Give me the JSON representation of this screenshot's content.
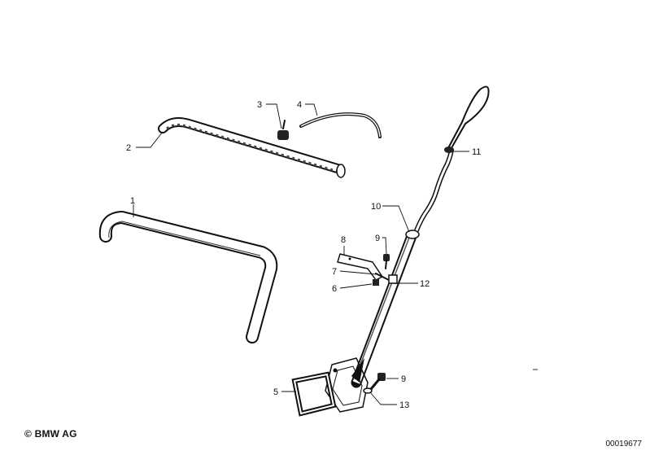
{
  "callouts": {
    "c1": "1",
    "c2": "2",
    "c3": "3",
    "c4": "4",
    "c5": "5",
    "c6": "6",
    "c7": "7",
    "c8": "8",
    "c9a": "9",
    "c9b": "9",
    "c10": "10",
    "c11": "11",
    "c12": "12",
    "c13": "13"
  },
  "footer": {
    "copyright": "© BMW AG",
    "image_number": "00019677"
  }
}
